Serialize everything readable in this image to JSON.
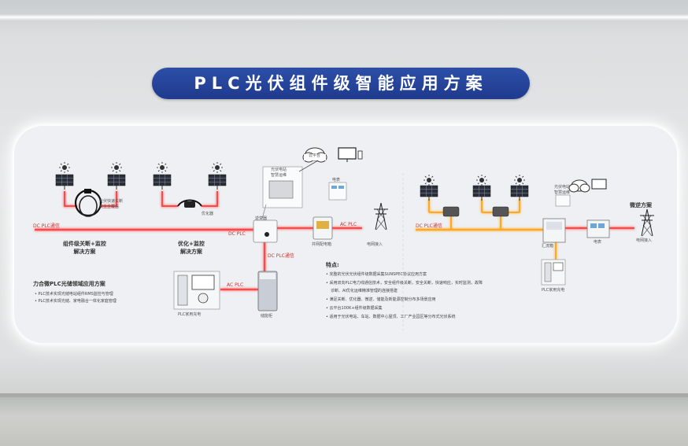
{
  "banner": {
    "title": "PLC光伏组件级智能应用方案"
  },
  "left_panel": {
    "label_dc_plc": "DC PLC通信",
    "label_safety": "光伏快速关断\n安全全覆盖",
    "caption_1": "组件级关断+监控\n解决方案",
    "label_optimizer": "优化器",
    "caption_2": "优化+监控\n解决方案",
    "label_plc_module": "DC PLC",
    "label_inverter": "逆变器",
    "label_cloud_box": "光伏电站\n智慧运维",
    "label_cloud": "云平台",
    "label_meter": "电表",
    "label_ac_plc": "AC PLC",
    "label_grid_box": "并网配电箱",
    "label_grid": "电网接入",
    "label_dc_plc_vert": "DC PLC通信",
    "label_storage": "储能柜",
    "label_ac_plc_2": "AC PLC",
    "label_plc_cabinet": "PLC家用充电"
  },
  "left_notes": {
    "title": "力合微PLC光储领域应用方案",
    "bullets": [
      "PLC技术实现光储电站组件RMS监控与管理",
      "PLC技术实现光储、家电融合一体化家庭管理"
    ]
  },
  "center_notes": {
    "title": "特点:",
    "bullets": [
      "完整的光伏光伏组件级数据采集SUNSPEC协议应用方案",
      "采用双向PLC电力线通信技术，安全组件级关断，安全关断，快速响应，实时监测，故障",
      "诊断、AI优化运维精准管理的连接搭建",
      "满足关断、优化器、微逆、储能及新能源控制分布多场景应用",
      "云平台100K+组件级数据采集",
      "适用于光伏电站、车站、数据中心屋顶、工厂产业园区等分布式光伏系统"
    ]
  },
  "right_panel": {
    "label_dc_plc": "DC PLC通信",
    "label_cloud_box": "光伏电站\n智慧运维",
    "label_plc_box": "汇流箱",
    "label_meter": "电表",
    "label_grid": "电网接入",
    "label_title": "微逆方案",
    "label_plc_module": "PLC家用充电"
  },
  "colors": {
    "banner": "#213e93",
    "line_red": "#ff4040",
    "line_orange": "#ffb020",
    "board": "#eef0f3"
  }
}
